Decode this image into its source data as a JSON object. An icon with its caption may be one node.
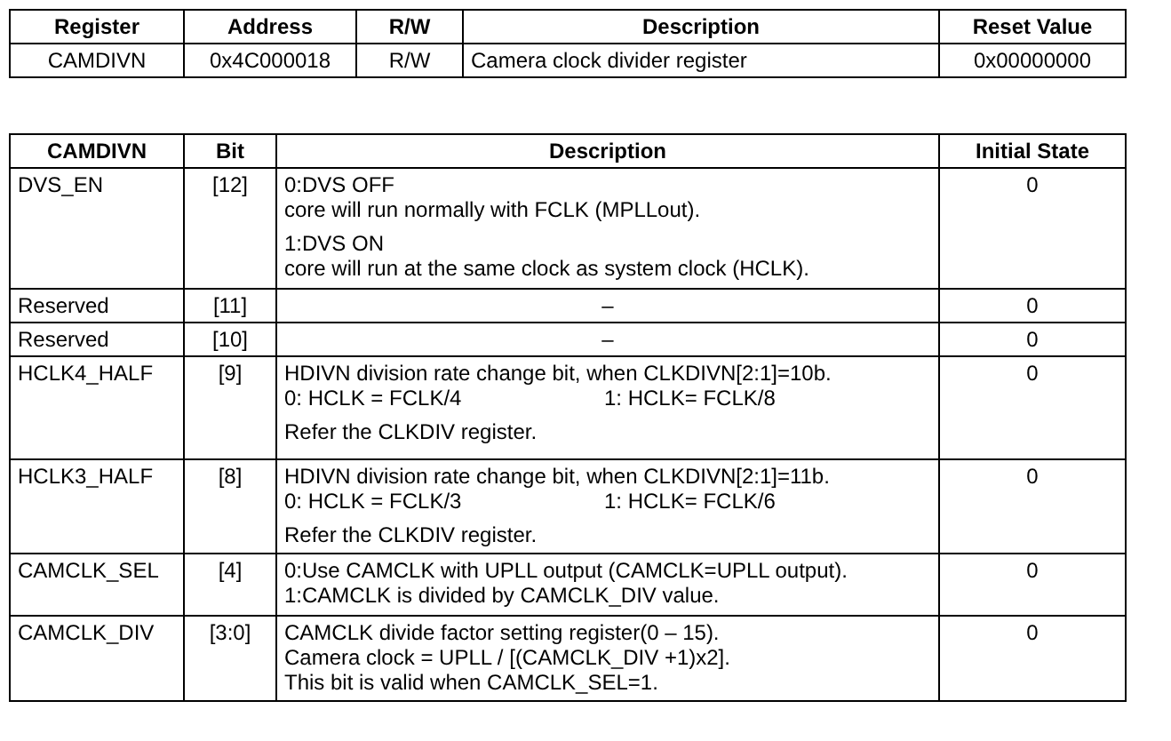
{
  "diagram": {
    "labels": [
      "Register",
      "Address",
      "R/W",
      "Description",
      "Reset Value",
      "CAMDIVN",
      "0x4C000018",
      "R/W",
      "Camera clock divider register",
      "0x00000000",
      "CAMDIVN",
      "Bit",
      "Description",
      "Initial State",
      "DVS_EN",
      "[12]",
      "0:DVS OFF",
      "core will run normally with FCLK (MPLLout).",
      "1:DVS ON",
      "core will run at the same clock as system clock (HCLK).",
      "0",
      "Reserved",
      "[11]",
      "–",
      "0",
      "Reserved",
      "[10]",
      "–",
      "0",
      "HCLK4_HALF",
      "[9]",
      "HDIVN division rate change bit, when CLKDIVN[2:1]=10b.",
      "0: HCLK = FCLK/4",
      "1: HCLK= FCLK/8",
      "Refer the CLKDIV register.",
      "0",
      "HCLK3_HALF",
      "[8]",
      "HDIVN division rate change bit, when CLKDIVN[2:1]=11b.",
      "0: HCLK = FCLK/3",
      "1: HCLK= FCLK/6",
      "Refer the CLKDIV register.",
      "0",
      "CAMCLK_SEL",
      "[4]",
      "0:Use CAMCLK with UPLL output (CAMCLK=UPLL output).",
      "1:CAMCLK is divided by CAMCLK_DIV value.",
      "0",
      "CAMCLK_DIV",
      "[3:0]",
      "CAMCLK divide factor setting register(0 – 15).",
      "Camera clock = UPLL / [(CAMCLK_DIV +1)x2].",
      "This bit is valid when CAMCLK_SEL=1.",
      "0"
    ]
  }
}
